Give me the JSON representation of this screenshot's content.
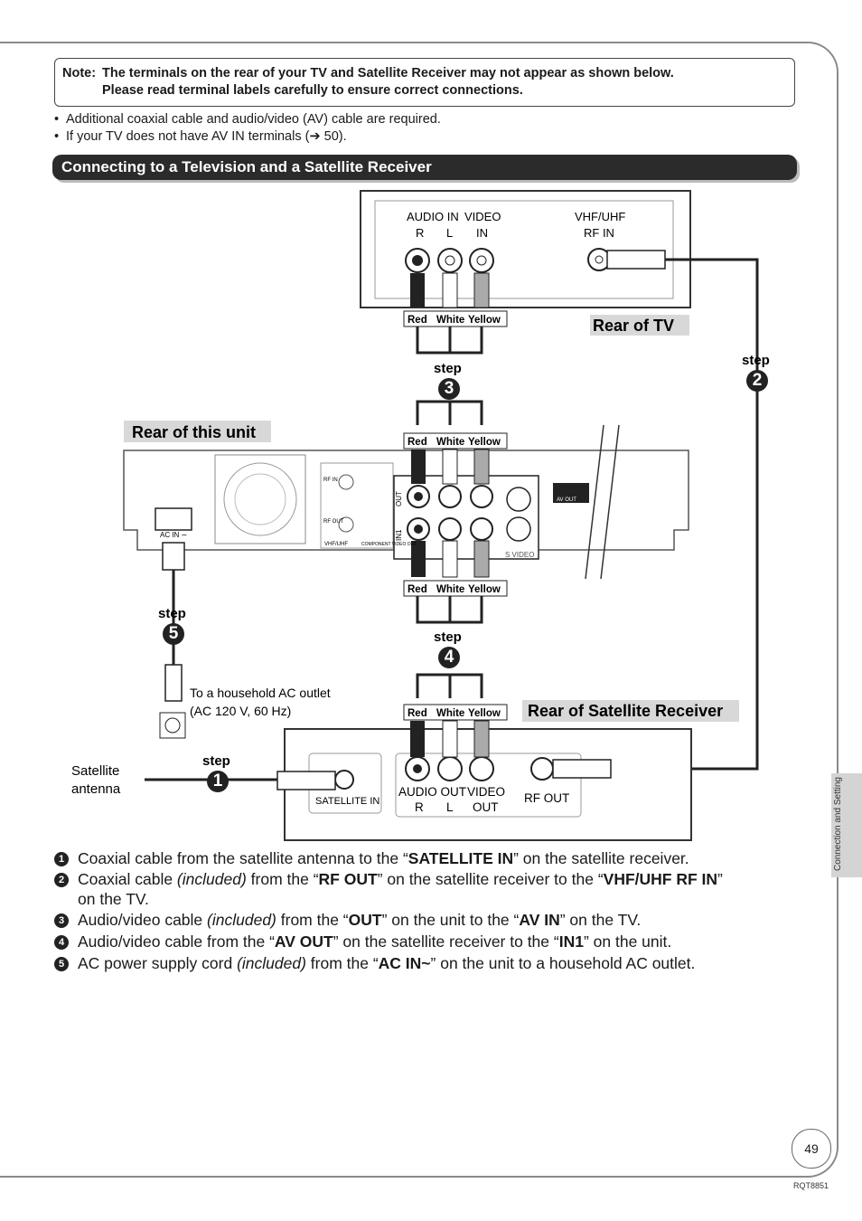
{
  "note": {
    "label": "Note:",
    "line1": "The terminals on the rear of your TV and Satellite Receiver may not appear as shown below.",
    "line2": "Please read terminal labels carefully to ensure correct connections."
  },
  "bullets": [
    "Additional coaxial cable and audio/video (AV) cable are required.",
    "If your TV does not have AV IN terminals (➔ 50)."
  ],
  "section_title": "Connecting to a Television and a Satellite Receiver",
  "diagram": {
    "tv_title": "Rear of  TV",
    "unit_title": "Rear of this unit",
    "sat_title": "Rear of Satellite Receiver",
    "tv_audio_in": "AUDIO IN",
    "tv_r": "R",
    "tv_l": "L",
    "tv_video": "VIDEO",
    "tv_in": "IN",
    "tv_vhf": "VHF/UHF",
    "tv_rfin": "RF IN",
    "color_red": "Red",
    "color_white": "White",
    "color_yellow": "Yellow",
    "step_word": "step",
    "ac_in": "AC IN ∼",
    "out_label": "OUT",
    "in1_label": "IN1",
    "ac_outlet_line1": "To a household AC outlet",
    "ac_outlet_line2": "(AC 120 V, 60 Hz)",
    "antenna_line1": "Satellite",
    "antenna_line2": "antenna",
    "sat_in": "SATELLITE IN",
    "sat_audio_out": "AUDIO OUT",
    "sat_video_out1": "VIDEO",
    "sat_video_out2": "OUT",
    "sat_rf_out": "RF OUT",
    "s_video": "S VIDEO",
    "vhf_uhf_small": "VHF/UHF",
    "component_small": "COMPONENT VIDEO OUT",
    "av_out_small": "AV OUT",
    "rf_in_small": "RF IN",
    "rf_out_small": "RF OUT",
    "steps": [
      "1",
      "2",
      "3",
      "4",
      "5"
    ]
  },
  "instructions": [
    {
      "num": "1",
      "parts": [
        "Coaxial cable from the satellite antenna to the “",
        "SATELLITE IN",
        "” on the satellite receiver."
      ]
    },
    {
      "num": "2",
      "parts": [
        "Coaxial cable ",
        "(included)",
        " from the “",
        "RF OUT",
        "” on the satellite receiver to the “",
        "VHF/UHF RF IN",
        "”",
        "on the TV."
      ]
    },
    {
      "num": "3",
      "parts": [
        "Audio/video cable ",
        "(included)",
        " from the “",
        "OUT",
        "” on the unit to the “",
        "AV IN",
        "” on the TV."
      ]
    },
    {
      "num": "4",
      "parts": [
        "Audio/video cable from the “",
        "AV OUT",
        "” on the satellite receiver to the “",
        "IN1",
        "” on the unit."
      ]
    },
    {
      "num": "5",
      "parts": [
        "AC power supply cord ",
        "(included)",
        " from the “",
        "AC IN~",
        "” on the unit to a household AC outlet."
      ]
    }
  ],
  "side_tab": "Connection and Setting",
  "page_number": "49",
  "doc_code": "RQT8851"
}
